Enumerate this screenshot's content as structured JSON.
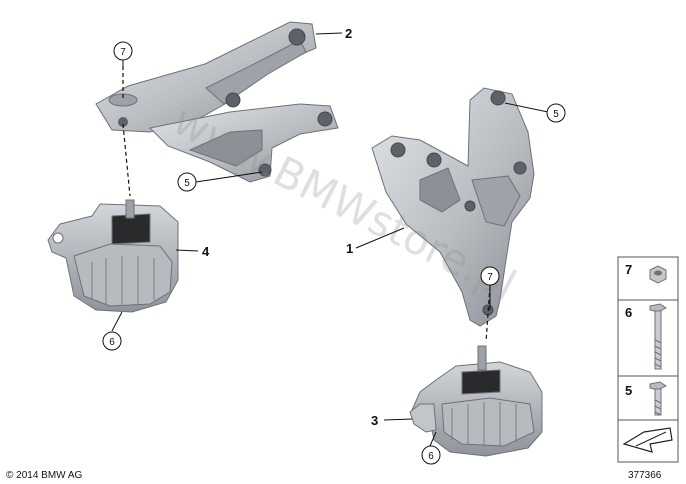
{
  "copyright": "© 2014 BMW AG",
  "diagram_number": "377366",
  "watermark": "www.BMWstore.pl",
  "callouts": [
    {
      "id": "c2",
      "label": "2",
      "style": "plain"
    },
    {
      "id": "c7a",
      "label": "7",
      "style": "circle"
    },
    {
      "id": "c5a",
      "label": "5",
      "style": "circle"
    },
    {
      "id": "c5b",
      "label": "5",
      "style": "circle"
    },
    {
      "id": "c4",
      "label": "4",
      "style": "plain"
    },
    {
      "id": "c6a",
      "label": "6",
      "style": "circle"
    },
    {
      "id": "c1",
      "label": "1",
      "style": "plain"
    },
    {
      "id": "c7b",
      "label": "7",
      "style": "circle"
    },
    {
      "id": "c3",
      "label": "3",
      "style": "plain"
    },
    {
      "id": "c6b",
      "label": "6",
      "style": "circle"
    }
  ],
  "legend": [
    {
      "label": "7",
      "part": "nut"
    },
    {
      "label": "6",
      "part": "long bolt"
    },
    {
      "label": "5",
      "part": "short bolt"
    }
  ],
  "colors": {
    "metal_light": "#c9ccd0",
    "metal_mid": "#a9adb3",
    "metal_dark": "#7d8188",
    "black": "#1a1a1a"
  }
}
